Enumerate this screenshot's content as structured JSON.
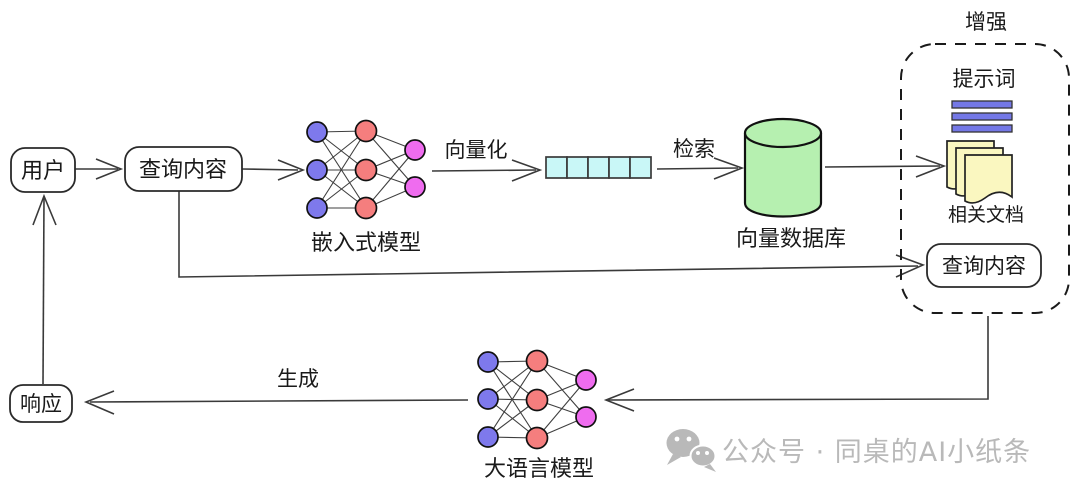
{
  "diagram": {
    "nodes": {
      "user": "用户",
      "query": "查询内容",
      "embedding_model": "嵌入式模型",
      "vector_db": "向量数据库",
      "augment": "增强",
      "prompt": "提示词",
      "related_docs": "相关文档",
      "augment_query": "查询内容",
      "llm": "大语言模型",
      "response": "响应"
    },
    "edges": {
      "vectorize": "向量化",
      "retrieve": "检索",
      "generate": "生成"
    }
  },
  "watermark": {
    "text": "公众号 · 同桌的AI小纸条"
  },
  "colors": {
    "node_input": "#7e79ec",
    "node_hidden": "#f57e7e",
    "node_output": "#ef6cef",
    "vector_cell": "#c9f7f7",
    "database": "#b6f0b0",
    "document": "#faf7c0",
    "prompt_bar": "#7478e6",
    "line": "#3a3a3a",
    "watermark": "#b9b9b9"
  }
}
